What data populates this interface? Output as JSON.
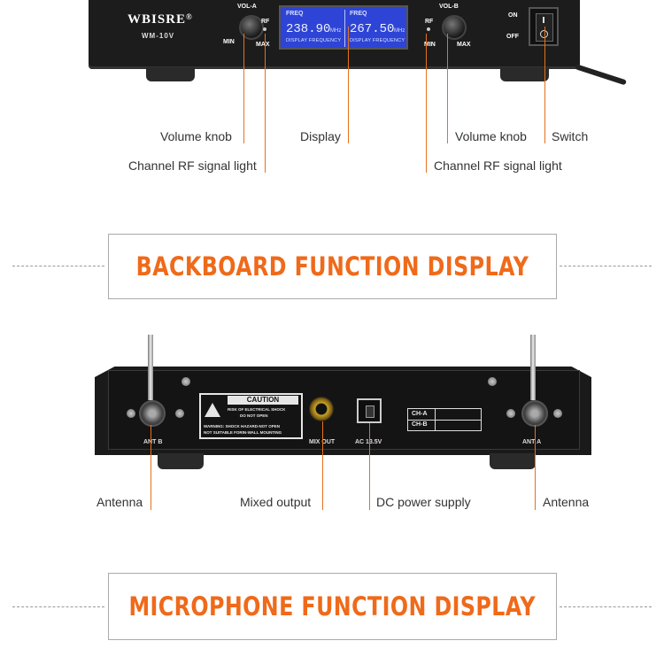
{
  "front_panel": {
    "brand": "WBISRE",
    "brand_mark": "®",
    "model": "WM-10V",
    "knob_a": {
      "title": "VOL-A",
      "min": "MIN",
      "max": "MAX",
      "rf": "RF"
    },
    "knob_b": {
      "title": "VOL-B",
      "min": "MIN",
      "max": "MAX",
      "rf": "RF"
    },
    "display_a": {
      "freq_label": "FREQ",
      "value": "238.90",
      "unit": "MHz",
      "caption": "DISPLAY FREQUENCY"
    },
    "display_b": {
      "freq_label": "FREQ",
      "value": "267.50",
      "unit": "MHz",
      "caption": "DISPLAY FREQUENCY"
    },
    "switch": {
      "on": "ON",
      "off": "OFF"
    }
  },
  "front_callouts": {
    "volume_knob_a": "Volume knob",
    "display": "Display",
    "volume_knob_b": "Volume knob",
    "switch": "Switch",
    "rf_light_a": "Channel RF signal light",
    "rf_light_b": "Channel RF signal light"
  },
  "banners": {
    "backboard": "BACKBOARD FUNCTION DISPLAY",
    "microphone": "MICROPHONE FUNCTION DISPLAY"
  },
  "back_panel": {
    "ant_b": "ANT B",
    "ant_a": "ANT A",
    "mix_out": "MIX OUT",
    "ac_power": "AC 13.5V",
    "caution": {
      "title": "CAUTION",
      "line1": "RISK OF ELECTRICAL SHOCK",
      "line2": "DO NOT OPEN",
      "line3": "WARNING: SHOCK HAZARD-NOT OPEN",
      "line4": "NOT SUITABLE FORIN-WALL MOUNTING"
    },
    "channels": [
      "CH-A",
      "CH-B"
    ]
  },
  "back_callouts": {
    "antenna_left": "Antenna",
    "mixed_output": "Mixed output",
    "dc_power": "DC power supply",
    "antenna_right": "Antenna"
  },
  "colors": {
    "accent_orange": "#ef6a1a",
    "callout_line": "#e8711c",
    "lcd_blue": "#2e44d6"
  }
}
